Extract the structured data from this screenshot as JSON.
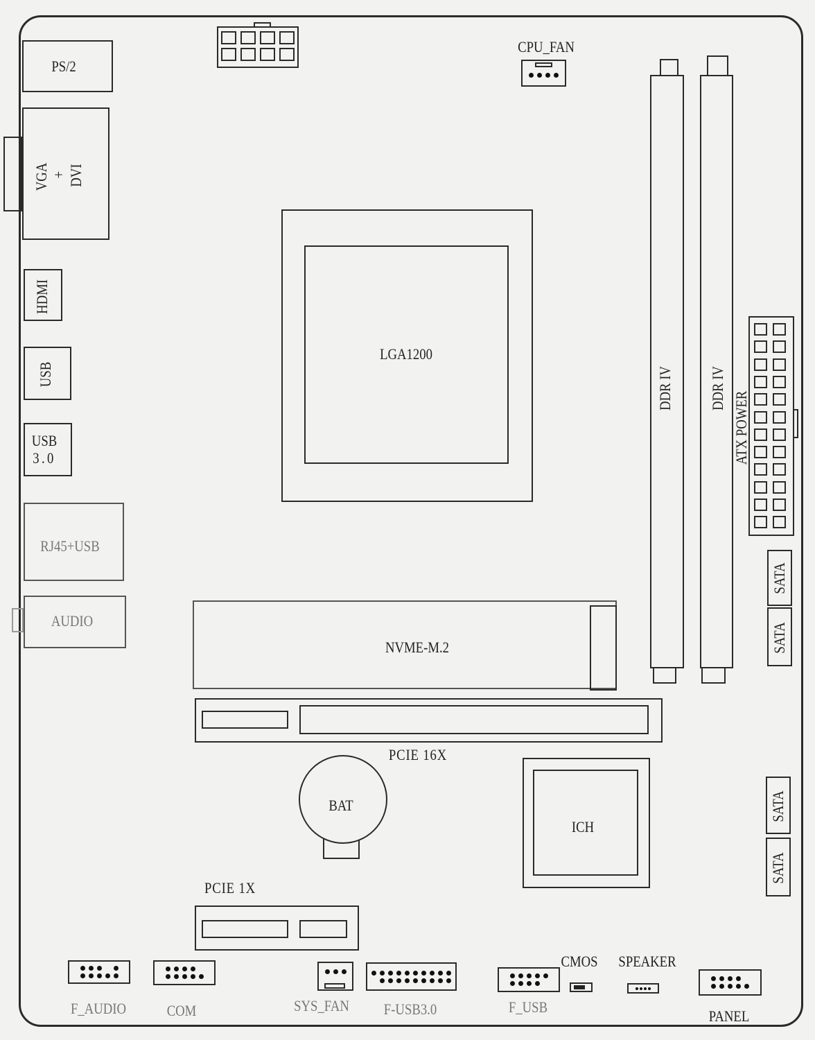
{
  "board": {
    "ps2": "PS/2",
    "vga_dvi": [
      "VGA",
      "+",
      "DVI"
    ],
    "hdmi": "HDMI",
    "usb": "USB",
    "usb3": [
      "USB",
      "3.0"
    ],
    "rj45": "RJ45+USB",
    "audio": "AUDIO",
    "cpu_fan": "CPU_FAN",
    "cpu_socket": "LGA1200",
    "ddr1": "DDR IV",
    "ddr2": "DDR IV",
    "atx_power": "ATX POWER",
    "sata": [
      "SATA",
      "SATA",
      "SATA",
      "SATA"
    ],
    "nvme": "NVME-M.2",
    "pcie16": "PCIE 16X",
    "bat": "BAT",
    "ich": "ICH",
    "pcie1": "PCIE 1X",
    "headers": {
      "f_audio": "F_AUDIO",
      "com": "COM",
      "sys_fan": "SYS_FAN",
      "f_usb3": "F-USB3.0",
      "f_usb": "F_USB",
      "cmos": "CMOS",
      "speaker": "SPEAKER",
      "panel": "PANEL"
    }
  }
}
